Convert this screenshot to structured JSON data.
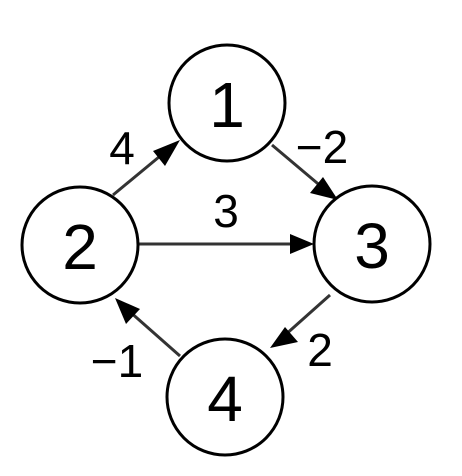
{
  "nodes": [
    {
      "id": "1",
      "label": "1"
    },
    {
      "id": "2",
      "label": "2"
    },
    {
      "id": "3",
      "label": "3"
    },
    {
      "id": "4",
      "label": "4"
    }
  ],
  "edges": [
    {
      "from": "2",
      "to": "1",
      "weight": "4"
    },
    {
      "from": "1",
      "to": "3",
      "weight": "−2"
    },
    {
      "from": "2",
      "to": "3",
      "weight": "3"
    },
    {
      "from": "3",
      "to": "4",
      "weight": "2"
    },
    {
      "from": "4",
      "to": "2",
      "weight": "−1"
    }
  ],
  "colors": {
    "stroke": "#000000",
    "edge": "#333333",
    "background": "#ffffff"
  }
}
